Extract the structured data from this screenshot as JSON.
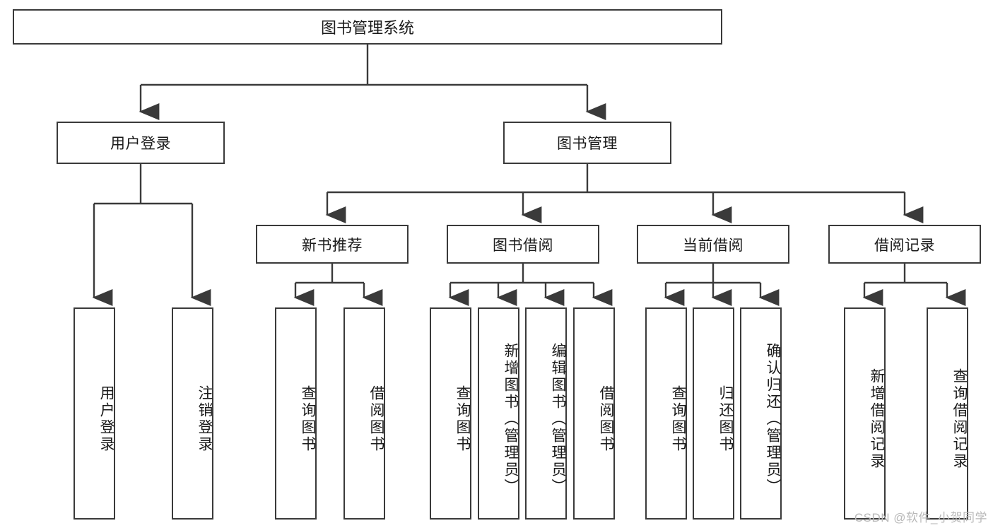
{
  "diagram": {
    "title": "图书管理系统",
    "root": {
      "label": "图书管理系统"
    },
    "level2": [
      {
        "label": "用户登录"
      },
      {
        "label": "图书管理"
      }
    ],
    "level3": [
      {
        "label": "新书推荐"
      },
      {
        "label": "图书借阅"
      },
      {
        "label": "当前借阅"
      },
      {
        "label": "借阅记录"
      }
    ],
    "leaves": {
      "user_login": [
        {
          "label": "用户登录"
        },
        {
          "label": "注销登录"
        }
      ],
      "new_book_recommend": [
        {
          "label": "查询图书"
        },
        {
          "label": "借阅图书"
        }
      ],
      "book_borrow": [
        {
          "label": "查询图书"
        },
        {
          "label": "新增图书（管理员）"
        },
        {
          "label": "编辑图书（管理员）"
        },
        {
          "label": "借阅图书"
        }
      ],
      "current_borrow": [
        {
          "label": "查询图书"
        },
        {
          "label": "归还图书"
        },
        {
          "label": "确认归还（管理员）"
        }
      ],
      "borrow_records": [
        {
          "label": "新增借阅记录"
        },
        {
          "label": "查询借阅记录"
        }
      ]
    }
  },
  "watermark": {
    "text": "CSDN @软件_小贺同学"
  },
  "colors": {
    "border": "#3a3a3a",
    "text": "#1a1a1a",
    "background": "#ffffff",
    "watermark": "#b9b9b9"
  }
}
